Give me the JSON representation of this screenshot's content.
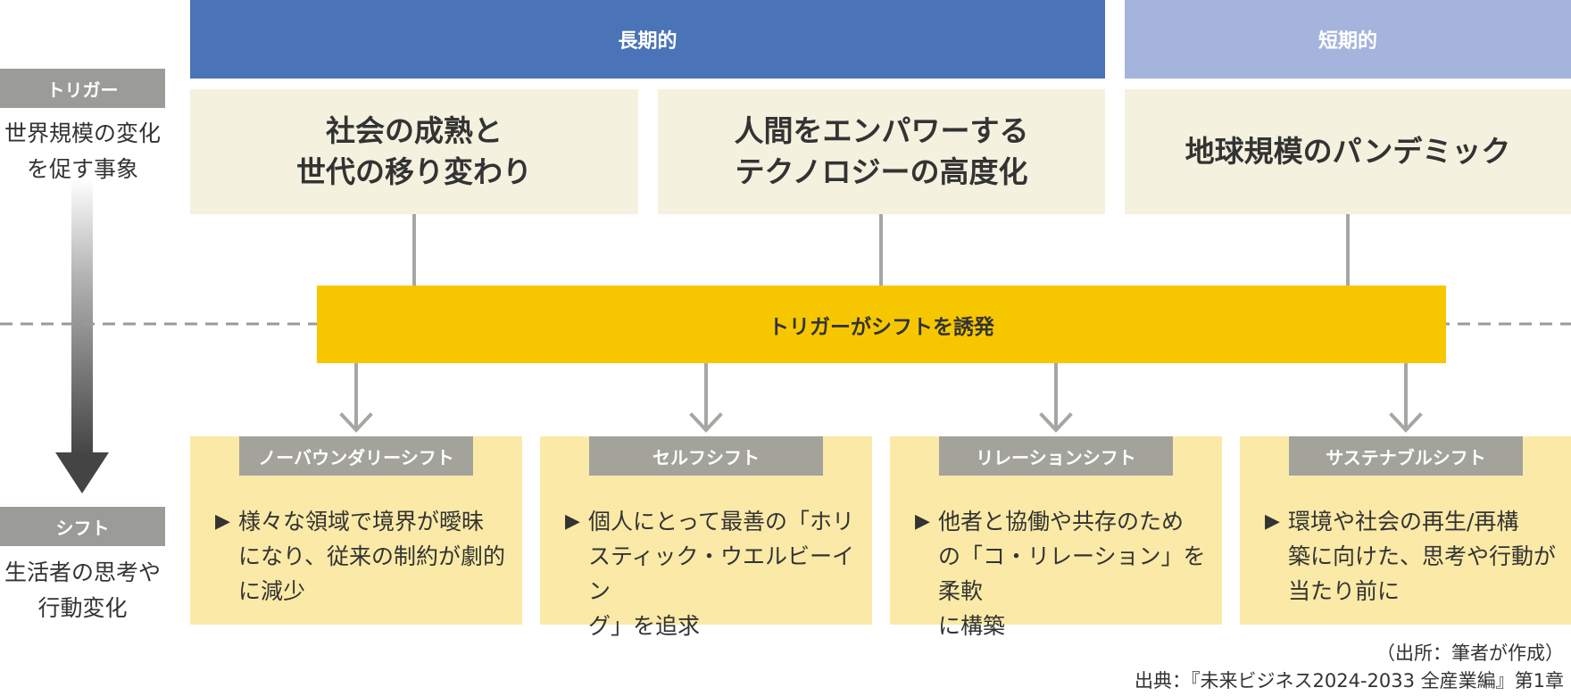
{
  "headers": {
    "long_term": "長期的",
    "short_term": "短期的"
  },
  "sidebar": {
    "trigger_label": "トリガー",
    "trigger_desc": [
      "世界規模の変化",
      "を促す事象"
    ],
    "shift_label": "シフト",
    "shift_desc": [
      "生活者の思考や",
      "行動変化"
    ]
  },
  "triggers": [
    {
      "lines": [
        "社会の成熟と",
        "世代の移り変わり"
      ]
    },
    {
      "lines": [
        "人間をエンパワーする",
        "テクノロジーの高度化"
      ]
    },
    {
      "lines": [
        "地球規模のパンデミック"
      ]
    }
  ],
  "induce_label": "トリガーがシフトを誘発",
  "shifts": [
    {
      "tag": "ノーバウンダリーシフト",
      "lines": [
        "様々な領域で境界が曖昧",
        "になり、従来の制約が劇的",
        "に減少"
      ]
    },
    {
      "tag": "セルフシフト",
      "lines": [
        "個人にとって最善の「ホリ",
        "スティック・ウエルビーイン",
        "グ」を追求"
      ]
    },
    {
      "tag": "リレーションシフト",
      "lines": [
        "他者と協働や共存のため",
        "の「コ・リレーション」を柔軟",
        "に構築"
      ]
    },
    {
      "tag": "サステナブルシフト",
      "lines": [
        "環境や社会の再生/再構",
        "築に向けた、思考や行動が",
        "当たり前に"
      ]
    }
  ],
  "bullet_glyph": "▶",
  "footer": {
    "source_note": "（出所：筆者が作成）",
    "citation": "出典：『未来ビジネス2024-2033 全産業編』第1章"
  },
  "colors": {
    "long_term": "#4a73b8",
    "short_term": "#a4b4dc",
    "trigger_box": "#f4f1df",
    "induce_bar": "#f6c700",
    "shift_box": "#fbeaa7",
    "tag": "#a3a39c",
    "side_label": "#9b9b97",
    "connector": "#a6a6a2"
  }
}
